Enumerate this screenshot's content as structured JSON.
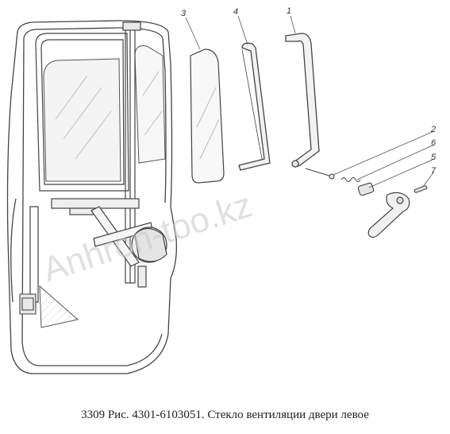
{
  "caption": "3309 Рис. 4301-6103051. Стекло вентиляции двери левое",
  "watermark": "Anhron-too.kz",
  "callouts": {
    "c1": "1",
    "c2": "2",
    "c3": "3",
    "c4": "4",
    "c5": "5",
    "c6": "6",
    "c7": "7"
  },
  "colors": {
    "line": "#444444",
    "glass": "#f4f4f4",
    "glass_hatch": "#bdbdbd",
    "watermark": "#c8c8c8"
  }
}
